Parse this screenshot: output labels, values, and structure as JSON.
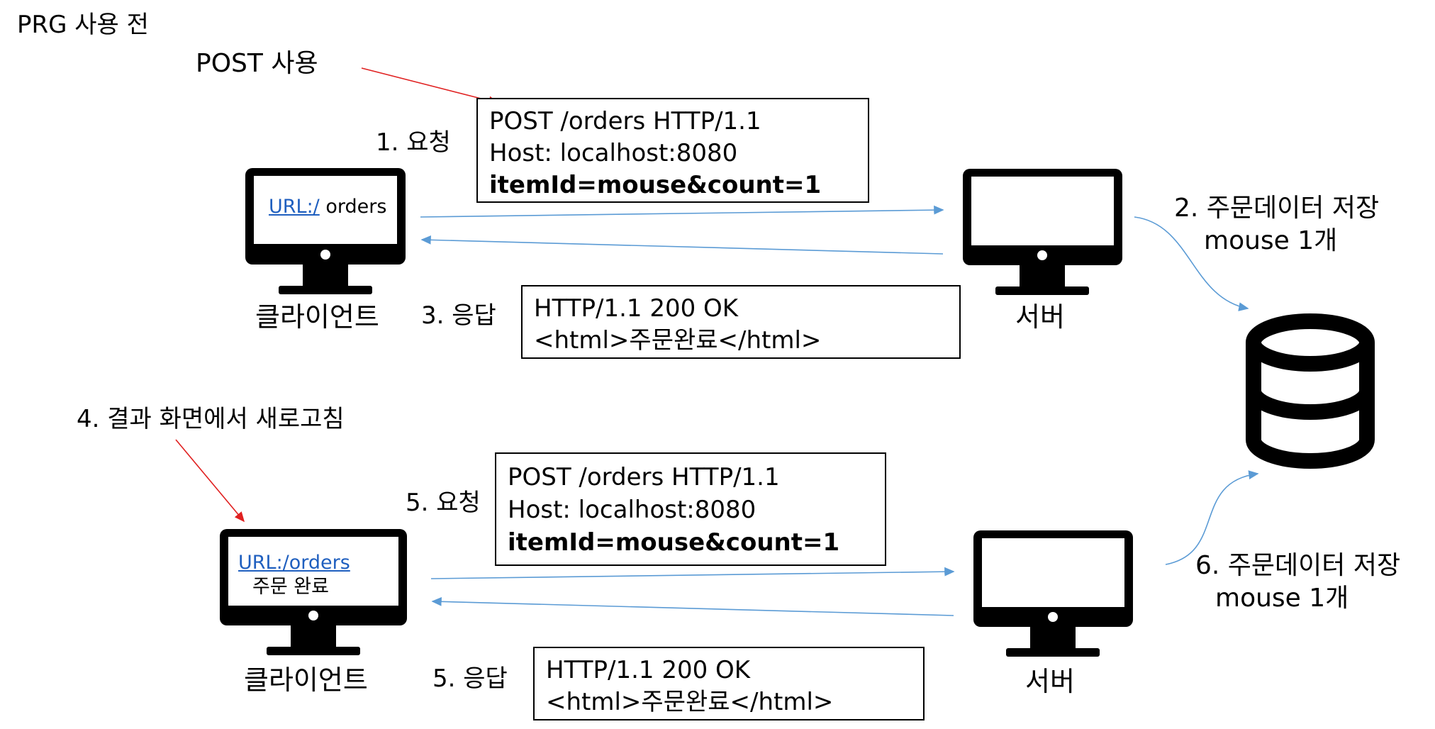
{
  "title": "PRG 사용 전",
  "post_note": "POST 사용",
  "refresh_note": "4. 결과 화면에서 새로고침",
  "top": {
    "request_label": "1. 요청",
    "request": [
      "POST /orders HTTP/1.1",
      "Host: localhost:8080",
      "itemId=mouse&count=1"
    ],
    "response_label": "3. 응답",
    "response": [
      "HTTP/1.1 200 OK",
      "<html>주문완료</html>"
    ],
    "client_label": "클라이언트",
    "server_label": "서버",
    "screen_url": "URL:/",
    "screen_text": "orders",
    "save_note": [
      "2. 주문데이터 저장",
      "mouse 1개"
    ]
  },
  "bottom": {
    "request_label": "5. 요청",
    "request": [
      "POST /orders HTTP/1.1",
      "Host: localhost:8080",
      "itemId=mouse&count=1"
    ],
    "response_label": "5. 응답",
    "response": [
      "HTTP/1.1 200 OK",
      "<html>주문완료</html>"
    ],
    "client_label": "클라이언트",
    "server_label": "서버",
    "screen_url": "URL:/orders",
    "screen_text": "주문 완료",
    "save_note": [
      "6. 주문데이터 저장",
      "mouse 1개"
    ]
  },
  "colors": {
    "arrow_blue": "#5b9bd5",
    "arrow_red": "#e02020",
    "link": "#1f5fbf"
  }
}
